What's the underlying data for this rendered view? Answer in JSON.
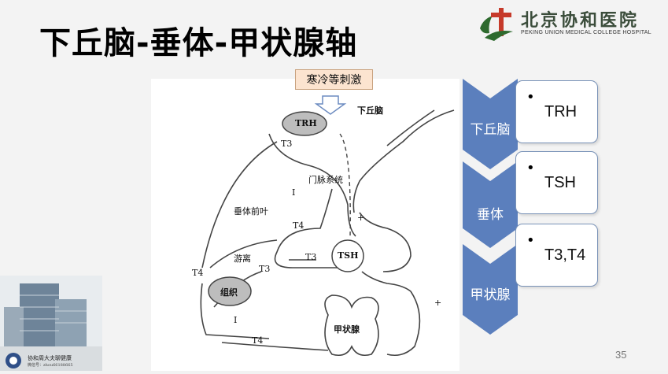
{
  "slide": {
    "title": "下丘脑-垂体-甲状腺轴",
    "page_number": "35"
  },
  "logo": {
    "name_cn": "北京协和医院",
    "name_en": "PEKING UNION MEDICAL COLLEGE HOSPITAL"
  },
  "stimulus": "寒冷等刺激",
  "diagram_labels": {
    "hypothalamus": "下丘脑",
    "trh": "TRH",
    "portal": "门脉系统",
    "anterior_pituitary": "垂体前叶",
    "free": "游离",
    "tsh": "TSH",
    "tissue": "组织",
    "thyroid": "甲状腺",
    "t3": "T3",
    "t4": "T4",
    "i_mark": "I",
    "plus": "+"
  },
  "levels": [
    {
      "label": "下丘脑",
      "hormone": "TRH"
    },
    {
      "label": "垂体",
      "hormone": "TSH"
    },
    {
      "label": "甲状腺",
      "hormone": "T3,T4"
    }
  ],
  "footer": {
    "line1": "协和周大夫聊健康",
    "line2": "微信号：zhou66188665"
  },
  "colors": {
    "chevron": "#5b7fbd",
    "chevron_dark": "#4a6aa5",
    "box_border": "#7a93b8",
    "stim_bg": "#fce4d0"
  }
}
